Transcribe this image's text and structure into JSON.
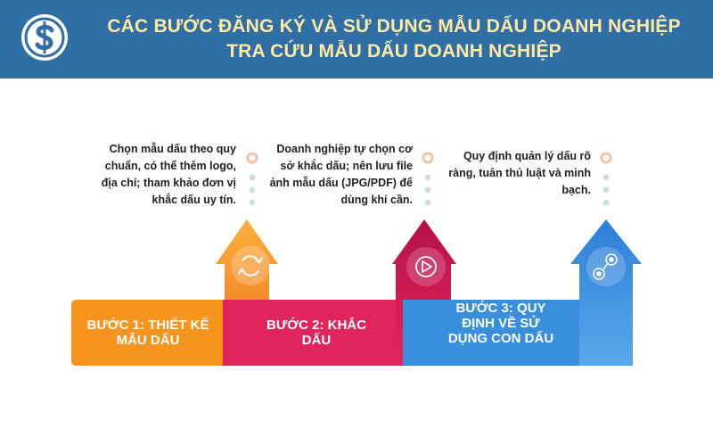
{
  "header": {
    "title_line1": "CÁC BƯỚC ĐĂNG KÝ VÀ SỬ DỤNG MẪU DẤU DOANH NGHIỆP",
    "title_line2": "TRA CỨU MẪU DẤU DOANH NGHIỆP",
    "background": "#2f6fa6",
    "title_color": "#ffe9a0"
  },
  "steps": [
    {
      "label": "BƯỚC 1: THIẾT KẾ MẪU DẤU",
      "description": "Chọn mẫu dấu theo quy chuẩn, có thể thêm logo, địa chỉ; tham khảo đơn vị khắc dấu uy tín.",
      "icon": "refresh-icon",
      "color": "#f7941d"
    },
    {
      "label": "BƯỚC 2: KHẮC DẤU",
      "description": "Doanh nghiệp tự chọn cơ sở khắc dấu; nên lưu file ảnh mẫu dấu (JPG/PDF) để dùng khi cần.",
      "icon": "play-icon",
      "color": "#e0245e"
    },
    {
      "label": "BƯỚC 3: QUY ĐỊNH VỀ SỬ DỤNG CON DẤU",
      "description": "Quy định quản lý dấu rõ ràng, tuân thủ luật và minh bạch.",
      "icon": "people-network-icon",
      "color": "#3a8fdc"
    }
  ]
}
